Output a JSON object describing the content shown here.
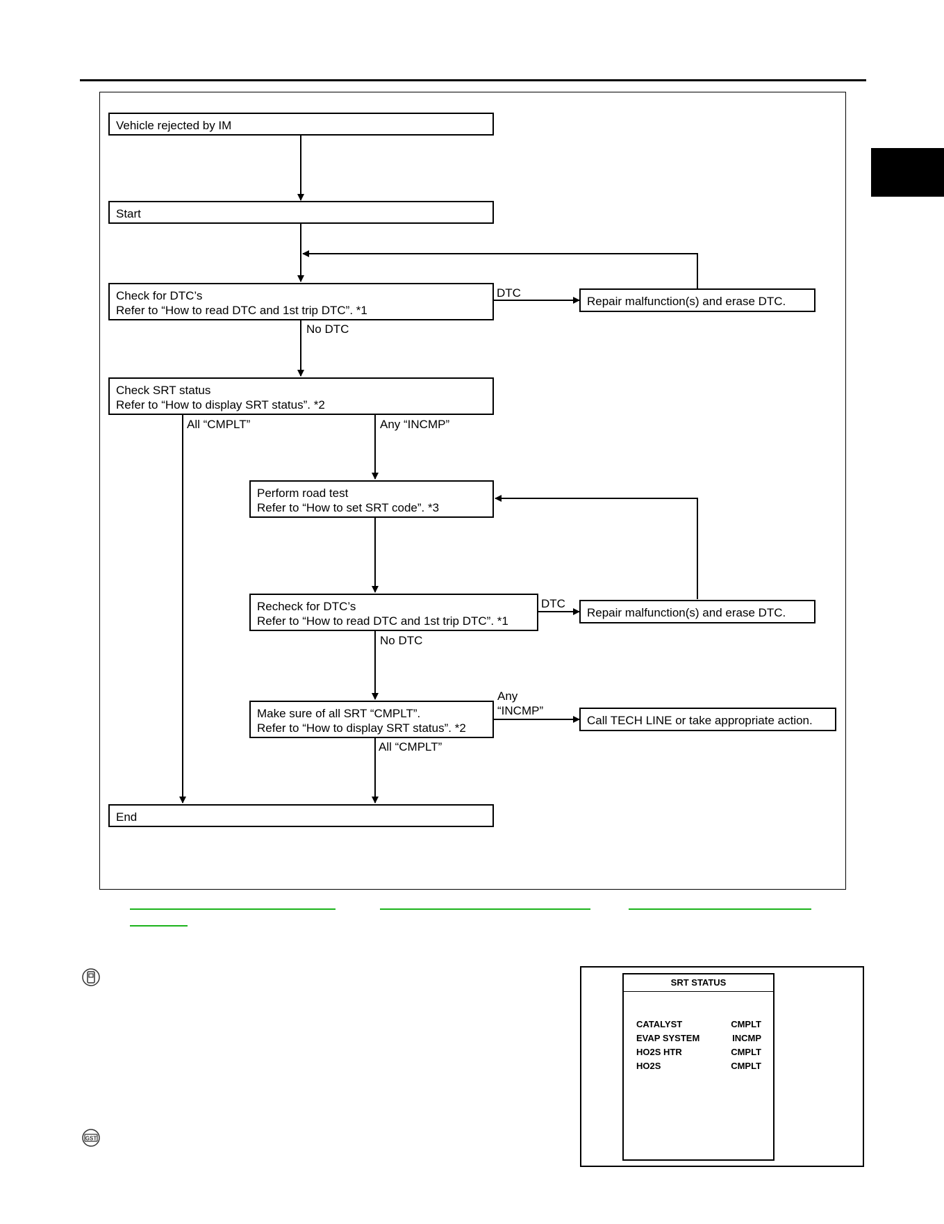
{
  "flowchart": {
    "boxes": {
      "rejected": [
        "Vehicle rejected by IM"
      ],
      "start": [
        "Start"
      ],
      "check_dtc": [
        "Check for DTC’s",
        "Refer to “How to read DTC and 1st trip DTC”. *1"
      ],
      "repair1": [
        "Repair malfunction(s) and erase DTC."
      ],
      "check_srt": [
        "Check SRT status",
        "Refer to “How to display SRT status”. *2"
      ],
      "road_test": [
        "Perform road test",
        "Refer to “How to set SRT code”. *3"
      ],
      "recheck_dtc": [
        "Recheck for DTC’s",
        "Refer to “How to read DTC and 1st trip DTC”. *1"
      ],
      "repair2": [
        "Repair malfunction(s) and erase DTC."
      ],
      "make_sure": [
        "Make sure of all SRT “CMPLT”.",
        "Refer to “How to display SRT status”. *2"
      ],
      "tech_line": [
        "Call TECH LINE or take appropriate action."
      ],
      "end": [
        "End"
      ]
    },
    "labels": {
      "dtc_1": "DTC",
      "no_dtc_1": "No DTC",
      "all_cmplt_1": "All “CMPLT”",
      "any_incmp_1": "Any “INCMP”",
      "dtc_2": "DTC",
      "no_dtc_2": "No DTC",
      "any_incmp_2a": "Any",
      "any_incmp_2b": "“INCMP”",
      "all_cmplt_2": "All “CMPLT”"
    }
  },
  "srt_screen": {
    "title": "SRT STATUS",
    "rows": [
      {
        "item": "CATALYST",
        "status": "CMPLT"
      },
      {
        "item": "EVAP SYSTEM",
        "status": "INCMP"
      },
      {
        "item": "HO2S HTR",
        "status": "CMPLT"
      },
      {
        "item": "HO2S",
        "status": "CMPLT"
      }
    ]
  },
  "icons": {
    "consult": "consult-tool-icon",
    "gst": "gst-tool-icon",
    "gst_text": "GST"
  },
  "colors": {
    "link": "#1bb31b"
  }
}
